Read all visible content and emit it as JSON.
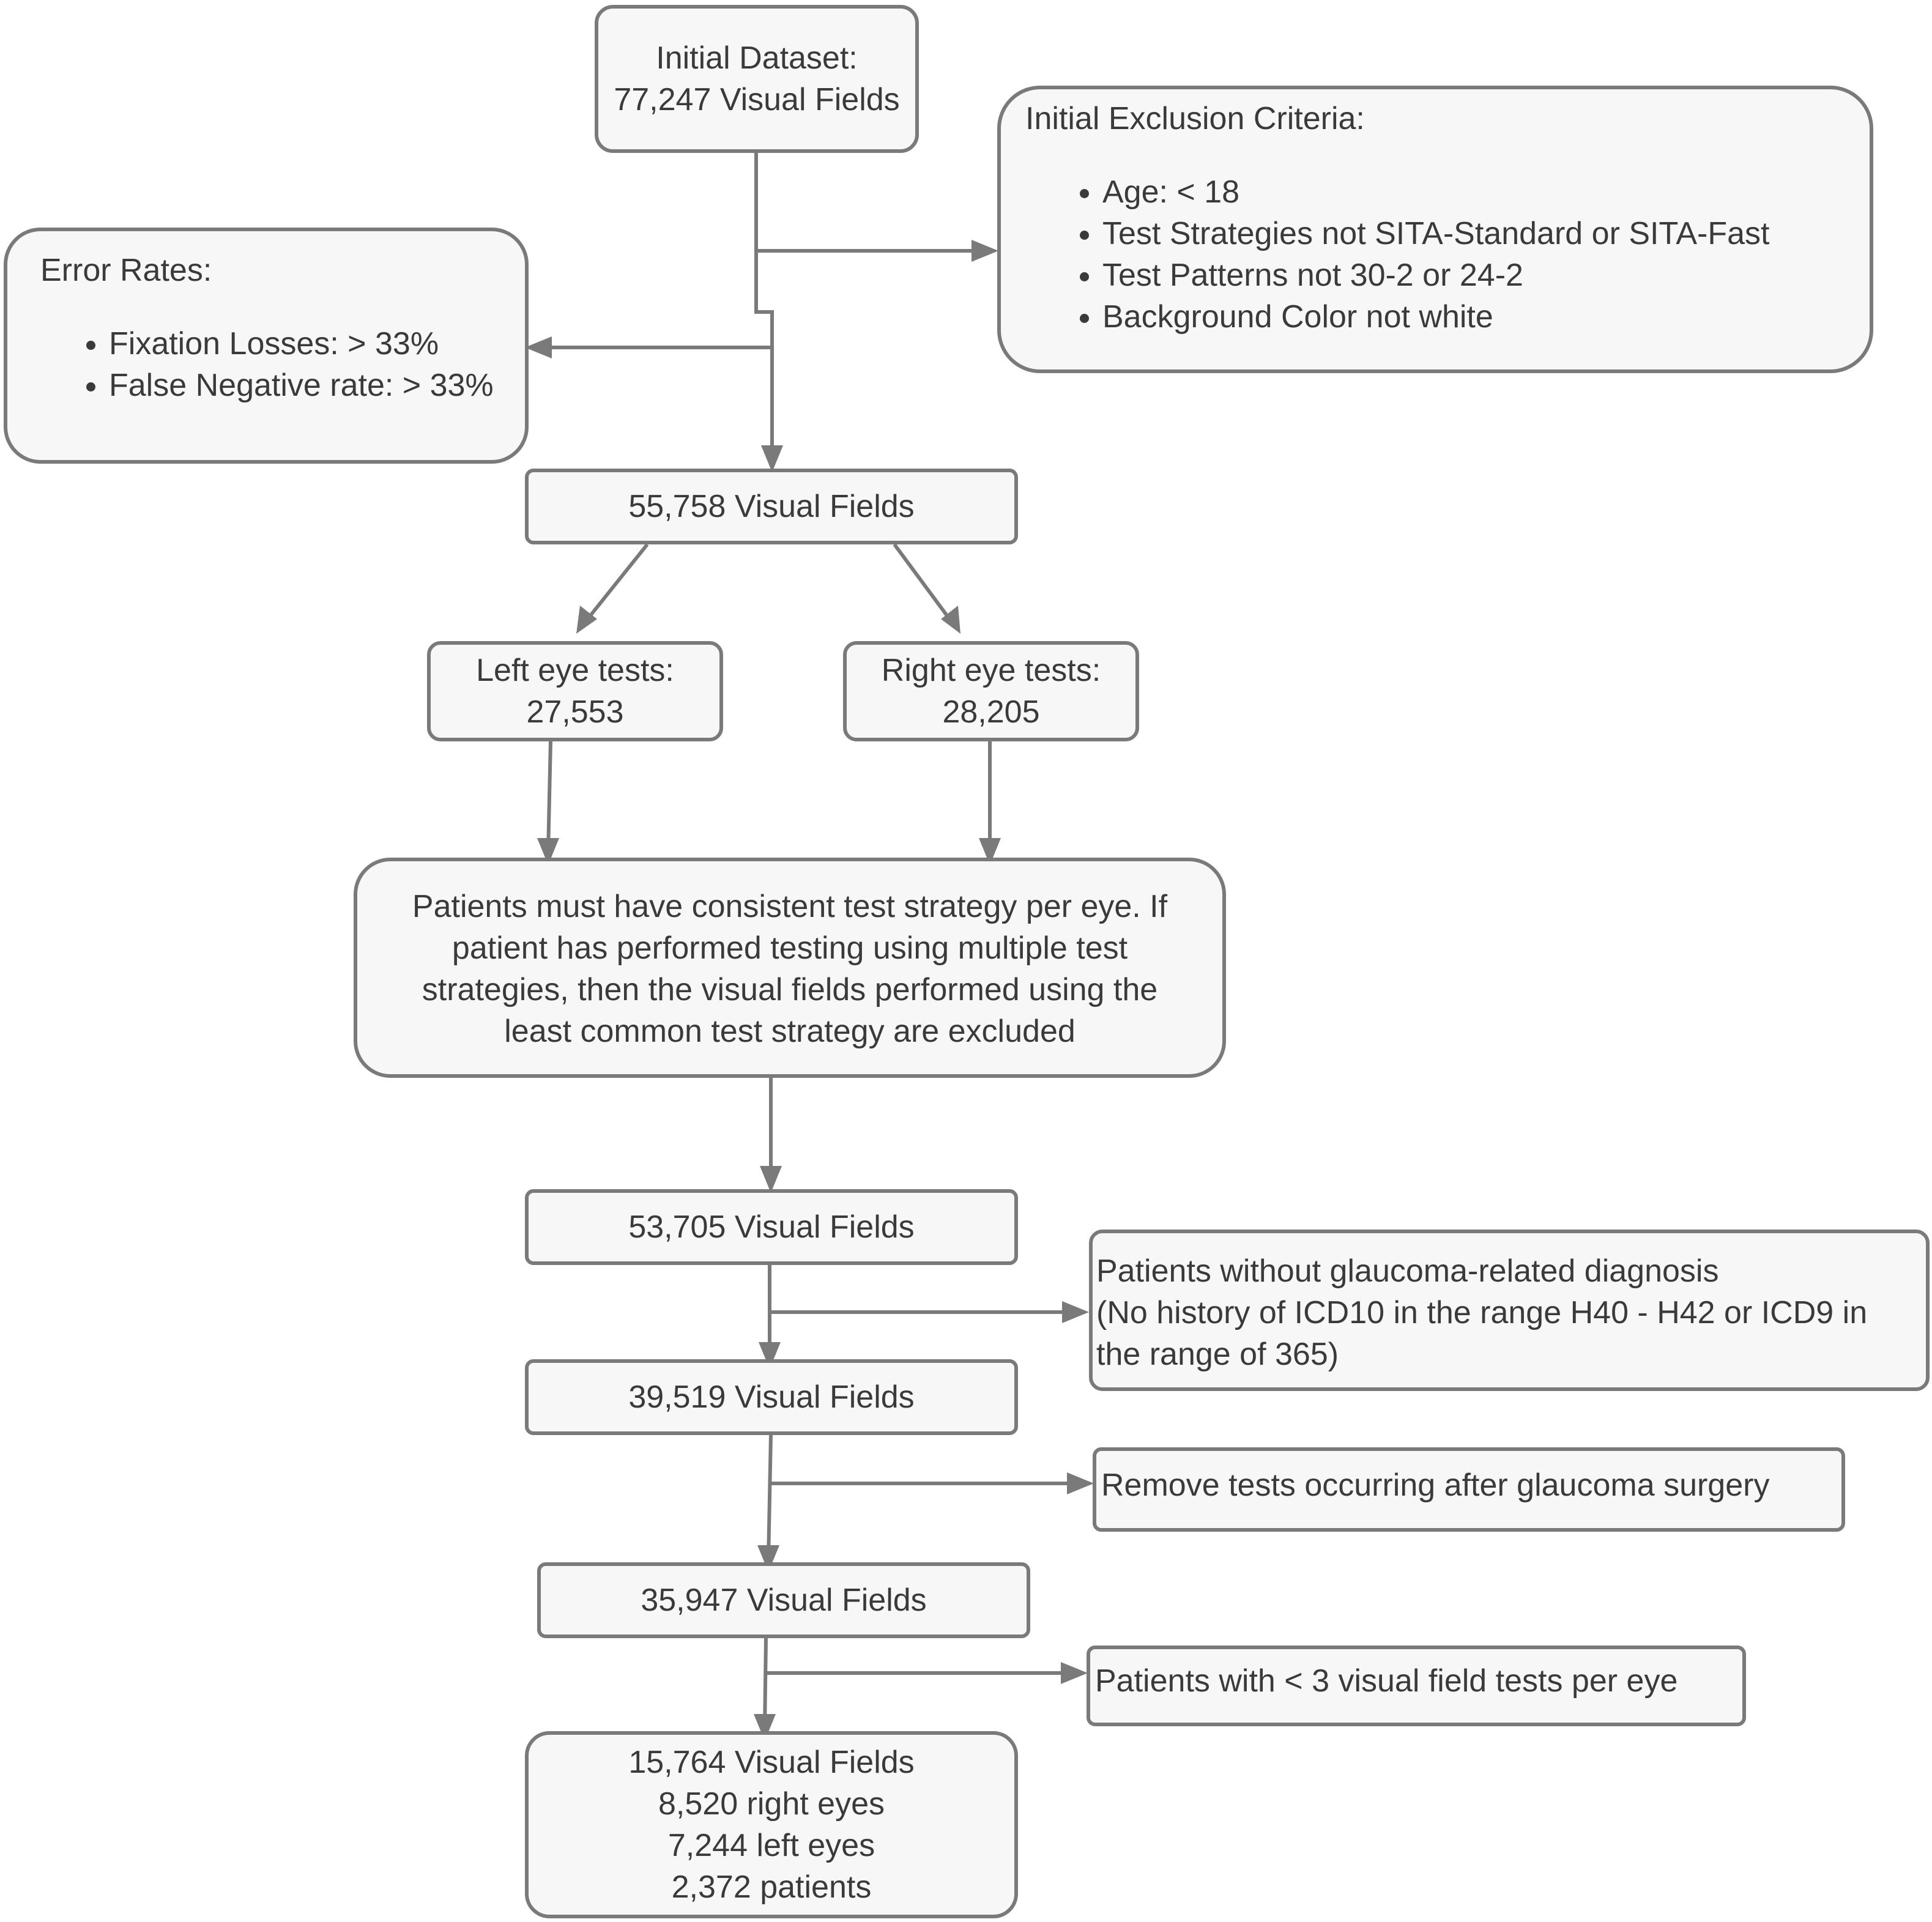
{
  "initial": {
    "line1": "Initial Dataset:",
    "line2": "77,247 Visual Fields"
  },
  "exclusion": {
    "title": "Initial Exclusion Criteria:",
    "items": [
      "Age: < 18",
      "Test Strategies not SITA-Standard or SITA-Fast",
      "Test Patterns not 30-2 or 24-2",
      "Background Color not white"
    ]
  },
  "error_rates": {
    "title": "Error Rates:",
    "items": [
      "Fixation Losses: > 33%",
      "False Negative rate: > 33%"
    ]
  },
  "vf1": "55,758 Visual Fields",
  "left_eye": {
    "line1": "Left eye tests:",
    "line2": "27,553"
  },
  "right_eye": {
    "line1": "Right eye tests:",
    "line2": "28,205"
  },
  "consistency": {
    "lines": [
      "Patients must have consistent test strategy per eye. If",
      "patient has performed testing using multiple test",
      "strategies, then the visual fields performed using the",
      "least common test strategy are excluded"
    ]
  },
  "vf2": "53,705 Visual Fields",
  "glaucoma_dx": {
    "lines": [
      "Patients without glaucoma-related diagnosis",
      "(No history of ICD10 in the range H40 - H42 or ICD9 in",
      "the range of 365)"
    ]
  },
  "vf3": "39,519 Visual Fields",
  "surgery": "Remove tests occurring after glaucoma surgery",
  "vf4": "35,947 Visual Fields",
  "min_tests": "Patients with < 3 visual field tests per eye",
  "final": {
    "lines": [
      "15,764 Visual Fields",
      "8,520 right eyes",
      "7,244 left eyes",
      "2,372 patients"
    ]
  },
  "colors": {
    "line": "#7a7a7a",
    "box_fill": "#f7f7f7",
    "box_border": "#7a7a7a",
    "text": "#3a3a3a"
  }
}
